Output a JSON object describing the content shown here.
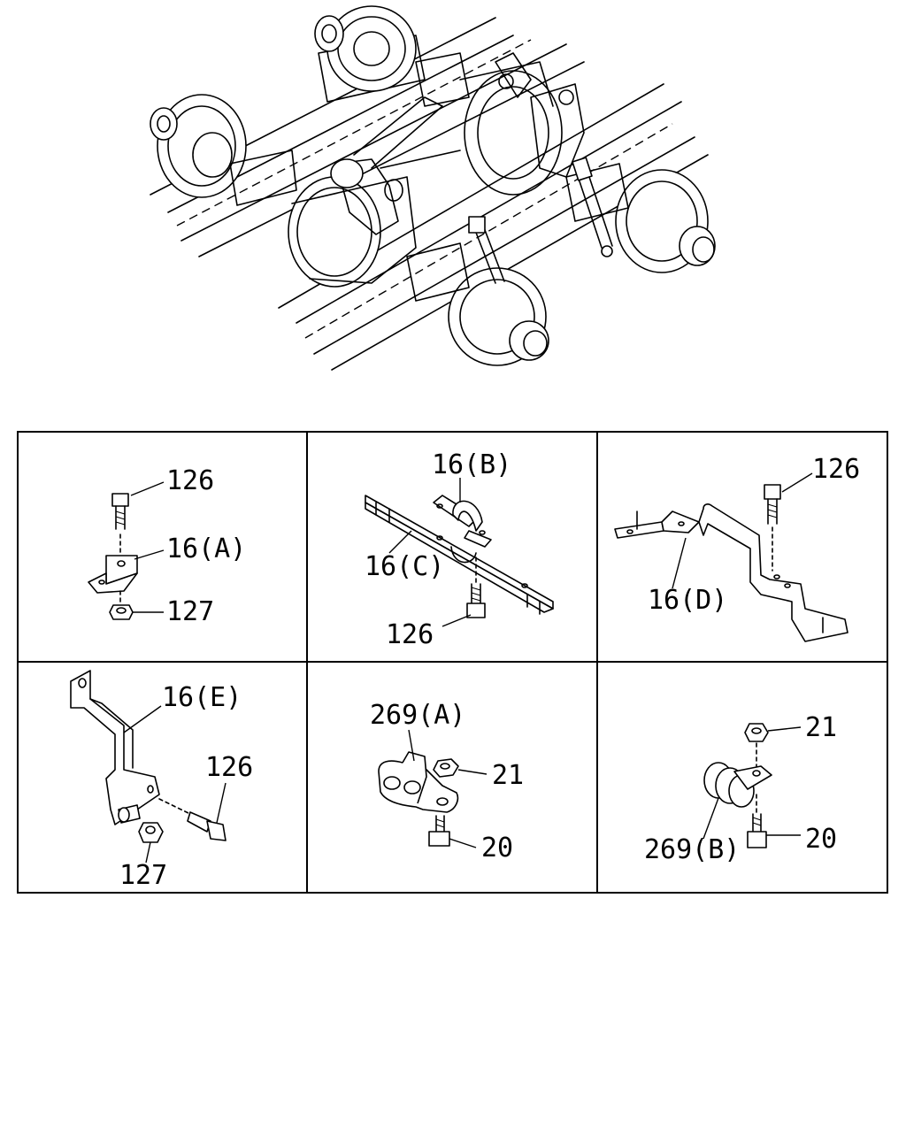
{
  "colors": {
    "line": "#000000",
    "background": "#ffffff"
  },
  "panels": [
    {
      "id": "A",
      "labels": {
        "bolt": "126",
        "bracket": "16(A)",
        "nut": "127"
      }
    },
    {
      "id": "B",
      "labels": {
        "clamp": "16(B)",
        "bracket": "16(C)",
        "bolt": "126"
      }
    },
    {
      "id": "C",
      "labels": {
        "bolt": "126",
        "bracket": "16(D)"
      }
    },
    {
      "id": "D",
      "labels": {
        "bracket": "16(E)",
        "bolt": "126",
        "nut": "127"
      }
    },
    {
      "id": "E",
      "labels": {
        "grommet": "269(A)",
        "nut": "21",
        "bolt": "20"
      }
    },
    {
      "id": "F",
      "labels": {
        "nut": "21",
        "grommet": "269(B)",
        "bolt": "20"
      }
    }
  ]
}
